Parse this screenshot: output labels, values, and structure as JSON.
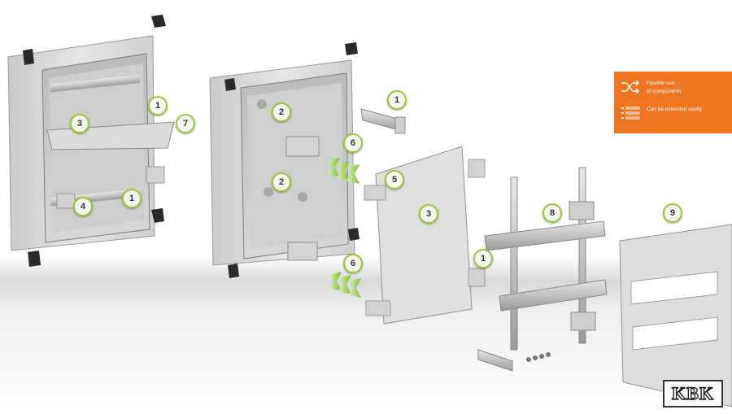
{
  "info_panel": {
    "accent_color": "#ee7623",
    "item1_icon": "shuffle-icon",
    "item1_line1": "Flexible use",
    "item1_line2": "of components",
    "item2_icon": "list-icon",
    "item2_text": "Can be extended easily"
  },
  "logo": {
    "text": "KBK"
  },
  "callouts": {
    "b1a": "1",
    "b3a": "3",
    "b7a": "7",
    "b4a": "4",
    "b1b": "1",
    "b2a": "2",
    "b2b": "2",
    "b6a": "6",
    "b6b": "6",
    "b1c": "1",
    "b5a": "5",
    "b3b": "3",
    "b8a": "8",
    "b1d": "1",
    "b9a": "9"
  }
}
